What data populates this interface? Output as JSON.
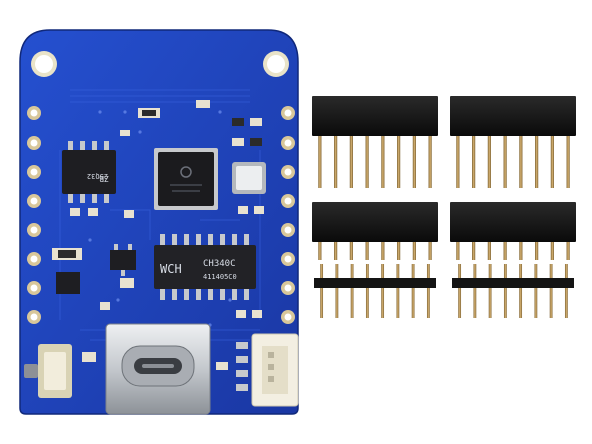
{
  "product": {
    "board_label_uart": "CH340C",
    "board_label_uart_code": "411405C0",
    "board_label_maker": "WCH",
    "board_label_flash_1": "25Q32",
    "board_label_flash_2": "ZB"
  },
  "colors": {
    "pcb": "#1c3fb5",
    "pcb_dark": "#15318f",
    "header_plastic": "#141414",
    "pin_metal": "#b08a4a",
    "usb_metal": "#cfd2d6"
  },
  "parts": {
    "headers": [
      "long-female-header",
      "long-female-header",
      "short-female-header",
      "short-female-header",
      "male-pin-header",
      "male-pin-header"
    ]
  }
}
